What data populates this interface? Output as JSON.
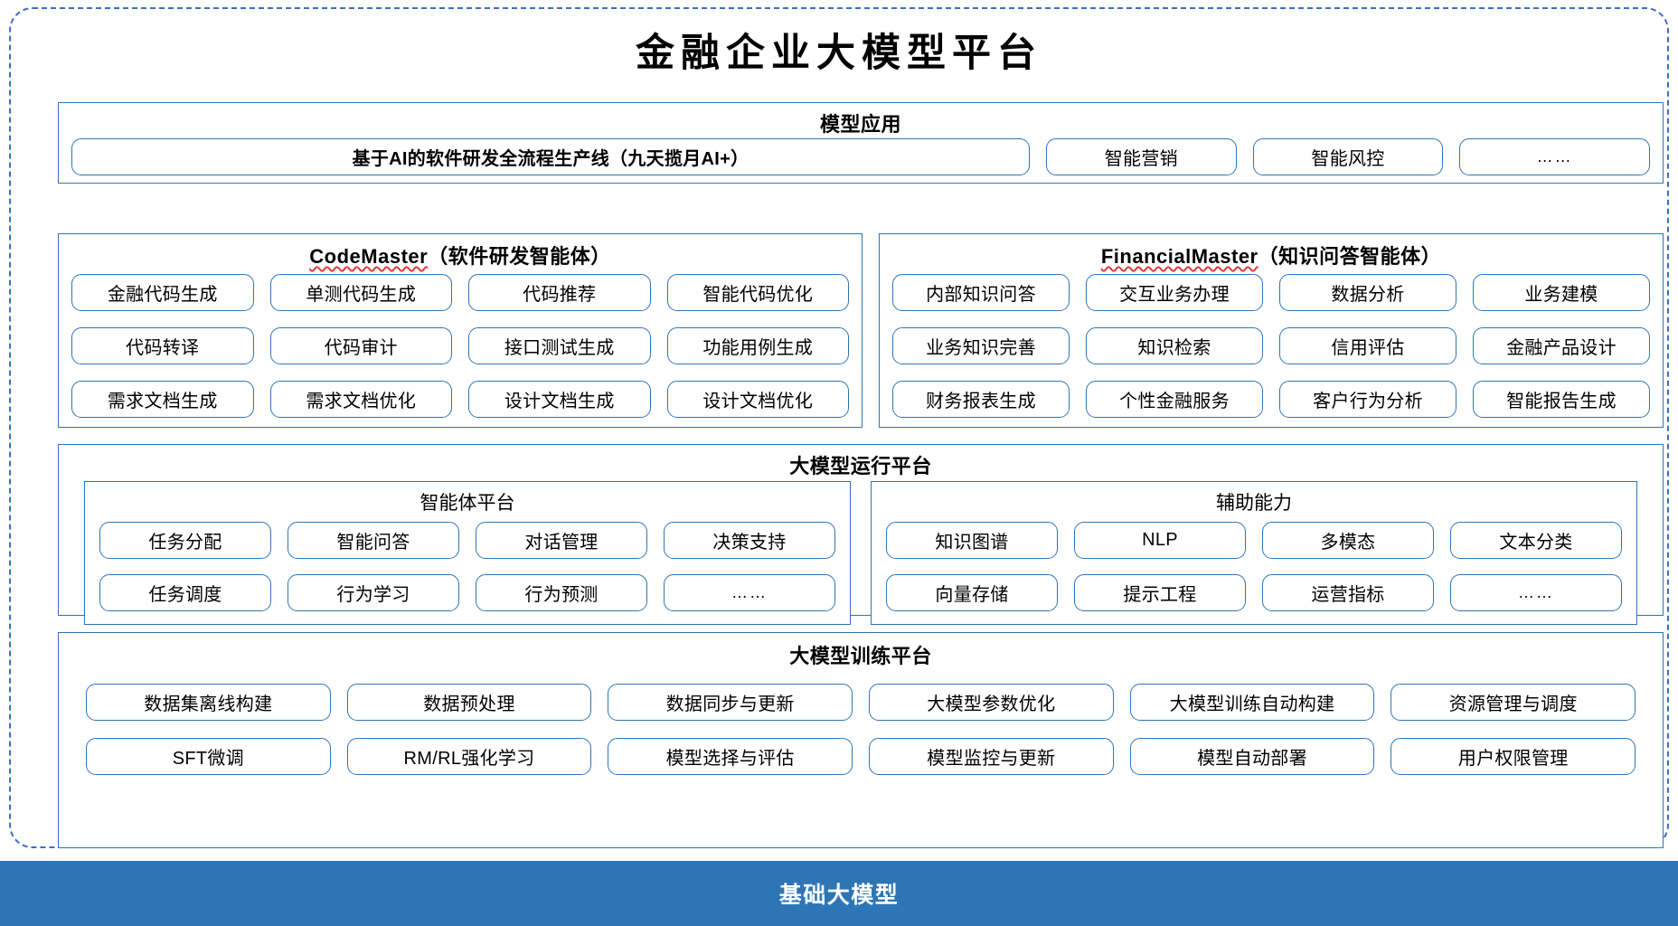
{
  "title": "金融企业大模型平台",
  "colors": {
    "accent": "#2E75B6",
    "frame_dashed": "#3B6FC4",
    "foundation_bar_bg": "#2E75B6",
    "spellcheck_underline": "#E23A3A",
    "text": "#000000"
  },
  "sections": {
    "applications": {
      "title": "模型应用",
      "items": [
        "基于AI的软件研发全流程生产线（九天揽月AI+）",
        "智能营销",
        "智能风控",
        "……"
      ]
    },
    "code_master": {
      "name": "CodeMaster",
      "suffix": "（软件研发智能体）",
      "rows": [
        [
          "金融代码生成",
          "单测代码生成",
          "代码推荐",
          "智能代码优化"
        ],
        [
          "代码转译",
          "代码审计",
          "接口测试生成",
          "功能用例生成"
        ],
        [
          "需求文档生成",
          "需求文档优化",
          "设计文档生成",
          "设计文档优化"
        ]
      ]
    },
    "financial_master": {
      "name": "FinancialMaster",
      "suffix": "（知识问答智能体）",
      "rows": [
        [
          "内部知识问答",
          "交互业务办理",
          "数据分析",
          "业务建模"
        ],
        [
          "业务知识完善",
          "知识检索",
          "信用评估",
          "金融产品设计"
        ],
        [
          "财务报表生成",
          "个性金融服务",
          "客户行为分析",
          "智能报告生成"
        ]
      ]
    },
    "runtime": {
      "title": "大模型运行平台",
      "subpanels": [
        {
          "title": "智能体平台",
          "rows": [
            [
              "任务分配",
              "智能问答",
              "对话管理",
              "决策支持"
            ],
            [
              "任务调度",
              "行为学习",
              "行为预测",
              "……"
            ]
          ]
        },
        {
          "title": "辅助能力",
          "rows": [
            [
              "知识图谱",
              "NLP",
              "多模态",
              "文本分类"
            ],
            [
              "向量存储",
              "提示工程",
              "运营指标",
              "……"
            ]
          ]
        }
      ]
    },
    "training": {
      "title": "大模型训练平台",
      "rows": [
        [
          "数据集离线构建",
          "数据预处理",
          "数据同步与更新",
          "大模型参数优化",
          "大模型训练自动构建",
          "资源管理与调度"
        ],
        [
          "SFT微调",
          "RM/RL强化学习",
          "模型选择与评估",
          "模型监控与更新",
          "模型自动部署",
          "用户权限管理"
        ]
      ]
    },
    "foundation": {
      "label": "基础大模型"
    }
  }
}
